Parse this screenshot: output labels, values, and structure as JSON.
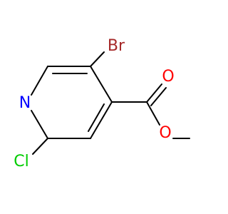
{
  "molecule": {
    "atoms": {
      "bromine": {
        "label": "Br",
        "color": "#a62929"
      },
      "nitrogen": {
        "label": "N",
        "color": "#0000ff"
      },
      "chlorine": {
        "label": "Cl",
        "color": "#00cc00"
      },
      "carbonyl_oxygen": {
        "label": "O",
        "color": "#ff0000"
      },
      "ester_oxygen": {
        "label": "O",
        "color": "#ff0000"
      }
    },
    "bond_color": "#000000"
  }
}
